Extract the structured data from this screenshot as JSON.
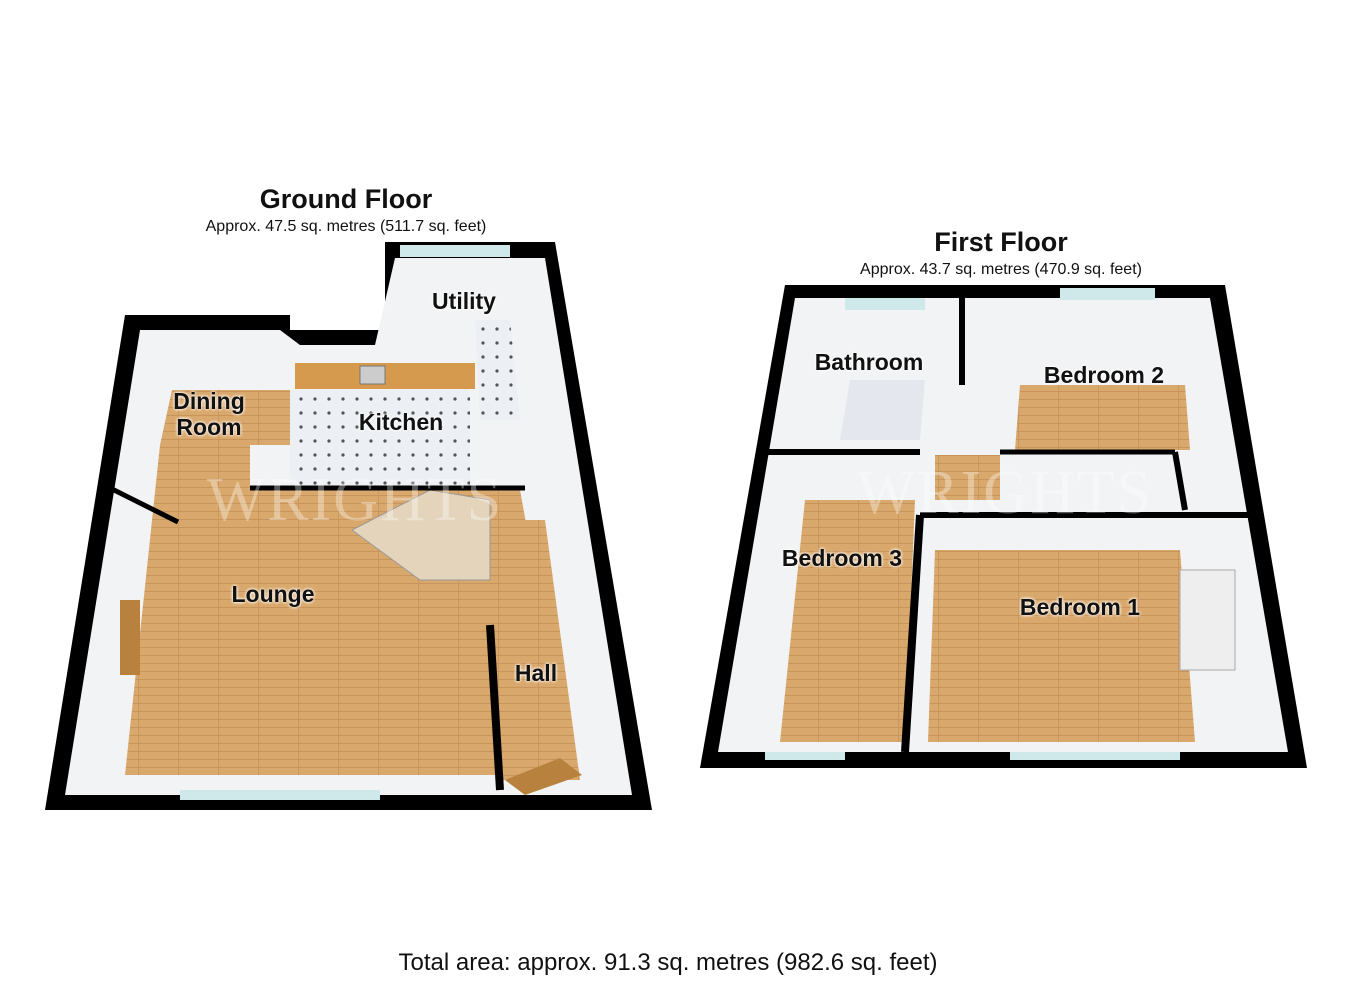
{
  "ground_floor": {
    "title": "Ground Floor",
    "area": "Approx. 47.5 sq. metres (511.7 sq. feet)",
    "rooms": [
      "Utility",
      "Dining\nRoom",
      "Kitchen",
      "Lounge",
      "Hall"
    ]
  },
  "first_floor": {
    "title": "First Floor",
    "area": "Approx. 43.7 sq. metres (470.9 sq. feet)",
    "rooms": [
      "Bathroom",
      "Bedroom 2",
      "Bedroom 3",
      "Bedroom 1"
    ]
  },
  "watermark": "WRIGHTS",
  "total_area": "Total area: approx. 91.3 sq. metres (982.6 sq. feet)",
  "colors": {
    "wall": "#000000",
    "floor": "#d8a56a",
    "tile": "#e6e9ee",
    "window": "#cfe9ea"
  }
}
